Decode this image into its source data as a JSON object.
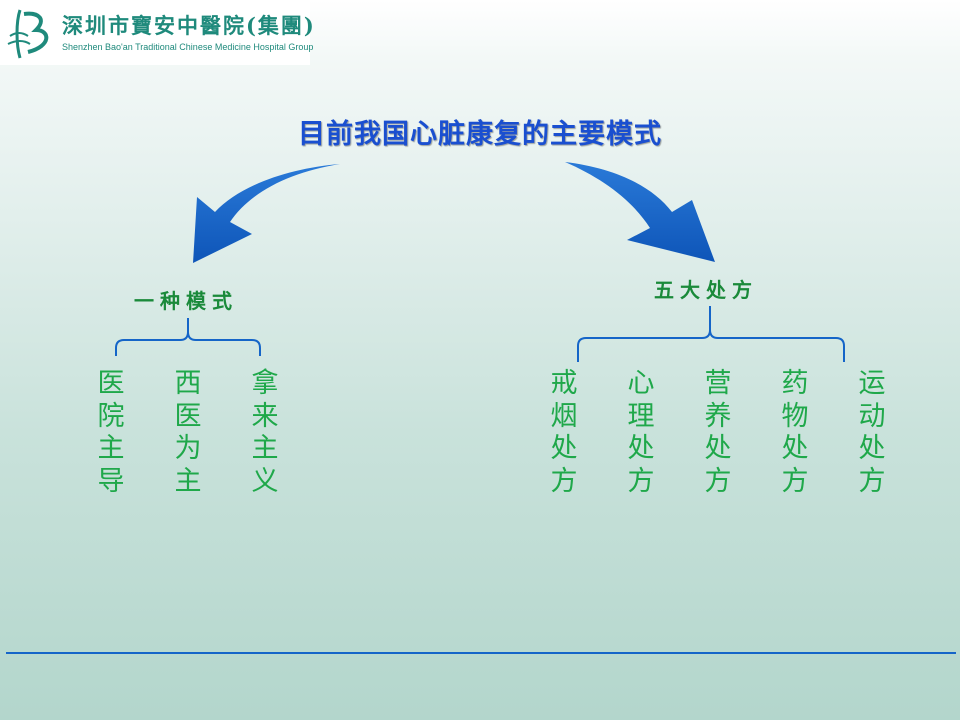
{
  "header": {
    "org_cn": "深圳市寶安中醫院(集團)",
    "org_en": "Shenzhen Bao'an Traditional Chinese Medicine Hospital Group",
    "logo_icon": "hospital-logo-b-icon"
  },
  "title": "目前我国心脏康复的主要模式",
  "left_branch": {
    "label": "一种模式",
    "items": [
      "医院主导",
      "西医为主",
      "拿来主义"
    ]
  },
  "right_branch": {
    "label": "五大处方",
    "items": [
      "戒烟处方",
      "心理处方",
      "营养处方",
      "药物处方",
      "运动处方"
    ]
  },
  "colors": {
    "title": "#1a4fd0",
    "arrow": "#1565c8",
    "label": "#1a8a3a",
    "items": "#1fa84a",
    "brace": "#1565c8",
    "logo": "#1f8a7c"
  }
}
